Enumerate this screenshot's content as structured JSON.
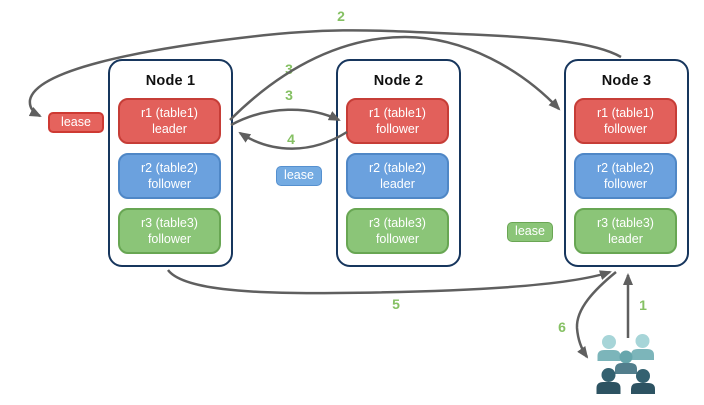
{
  "nodes": [
    {
      "title": "Node 1",
      "replicas": [
        {
          "name": "r1 (table1)",
          "role": "leader"
        },
        {
          "name": "r2 (table2)",
          "role": "follower"
        },
        {
          "name": "r3 (table3)",
          "role": "follower"
        }
      ]
    },
    {
      "title": "Node 2",
      "replicas": [
        {
          "name": "r1 (table1)",
          "role": "follower"
        },
        {
          "name": "r2 (table2)",
          "role": "leader"
        },
        {
          "name": "r3 (table3)",
          "role": "follower"
        }
      ]
    },
    {
      "title": "Node 3",
      "replicas": [
        {
          "name": "r1 (table1)",
          "role": "follower"
        },
        {
          "name": "r2 (table2)",
          "role": "follower"
        },
        {
          "name": "r3 (table3)",
          "role": "leader"
        }
      ]
    }
  ],
  "leases": {
    "table1": "lease",
    "table2": "lease",
    "table3": "lease"
  },
  "steps": {
    "s1": "1",
    "s2": "2",
    "s3a": "3",
    "s3b": "3",
    "s4": "4",
    "s5": "5",
    "s6": "6"
  },
  "icons": {
    "clients": "users-group-icon"
  },
  "colors": {
    "table1_red": "#e2605b",
    "table2_blue": "#6ba1de",
    "table3_green": "#8bc578",
    "lease_red": "#e5635d",
    "lease_blue": "#74abe2",
    "lease_green": "#8bc578",
    "node_border_navy": "#17365d",
    "arrow_gray": "#5f5f5f",
    "step_label_green": "#85c063",
    "users_light_teal": "#9fcfd4",
    "users_mid_teal": "#66a6ac",
    "users_dark_slate": "#2f5764"
  }
}
